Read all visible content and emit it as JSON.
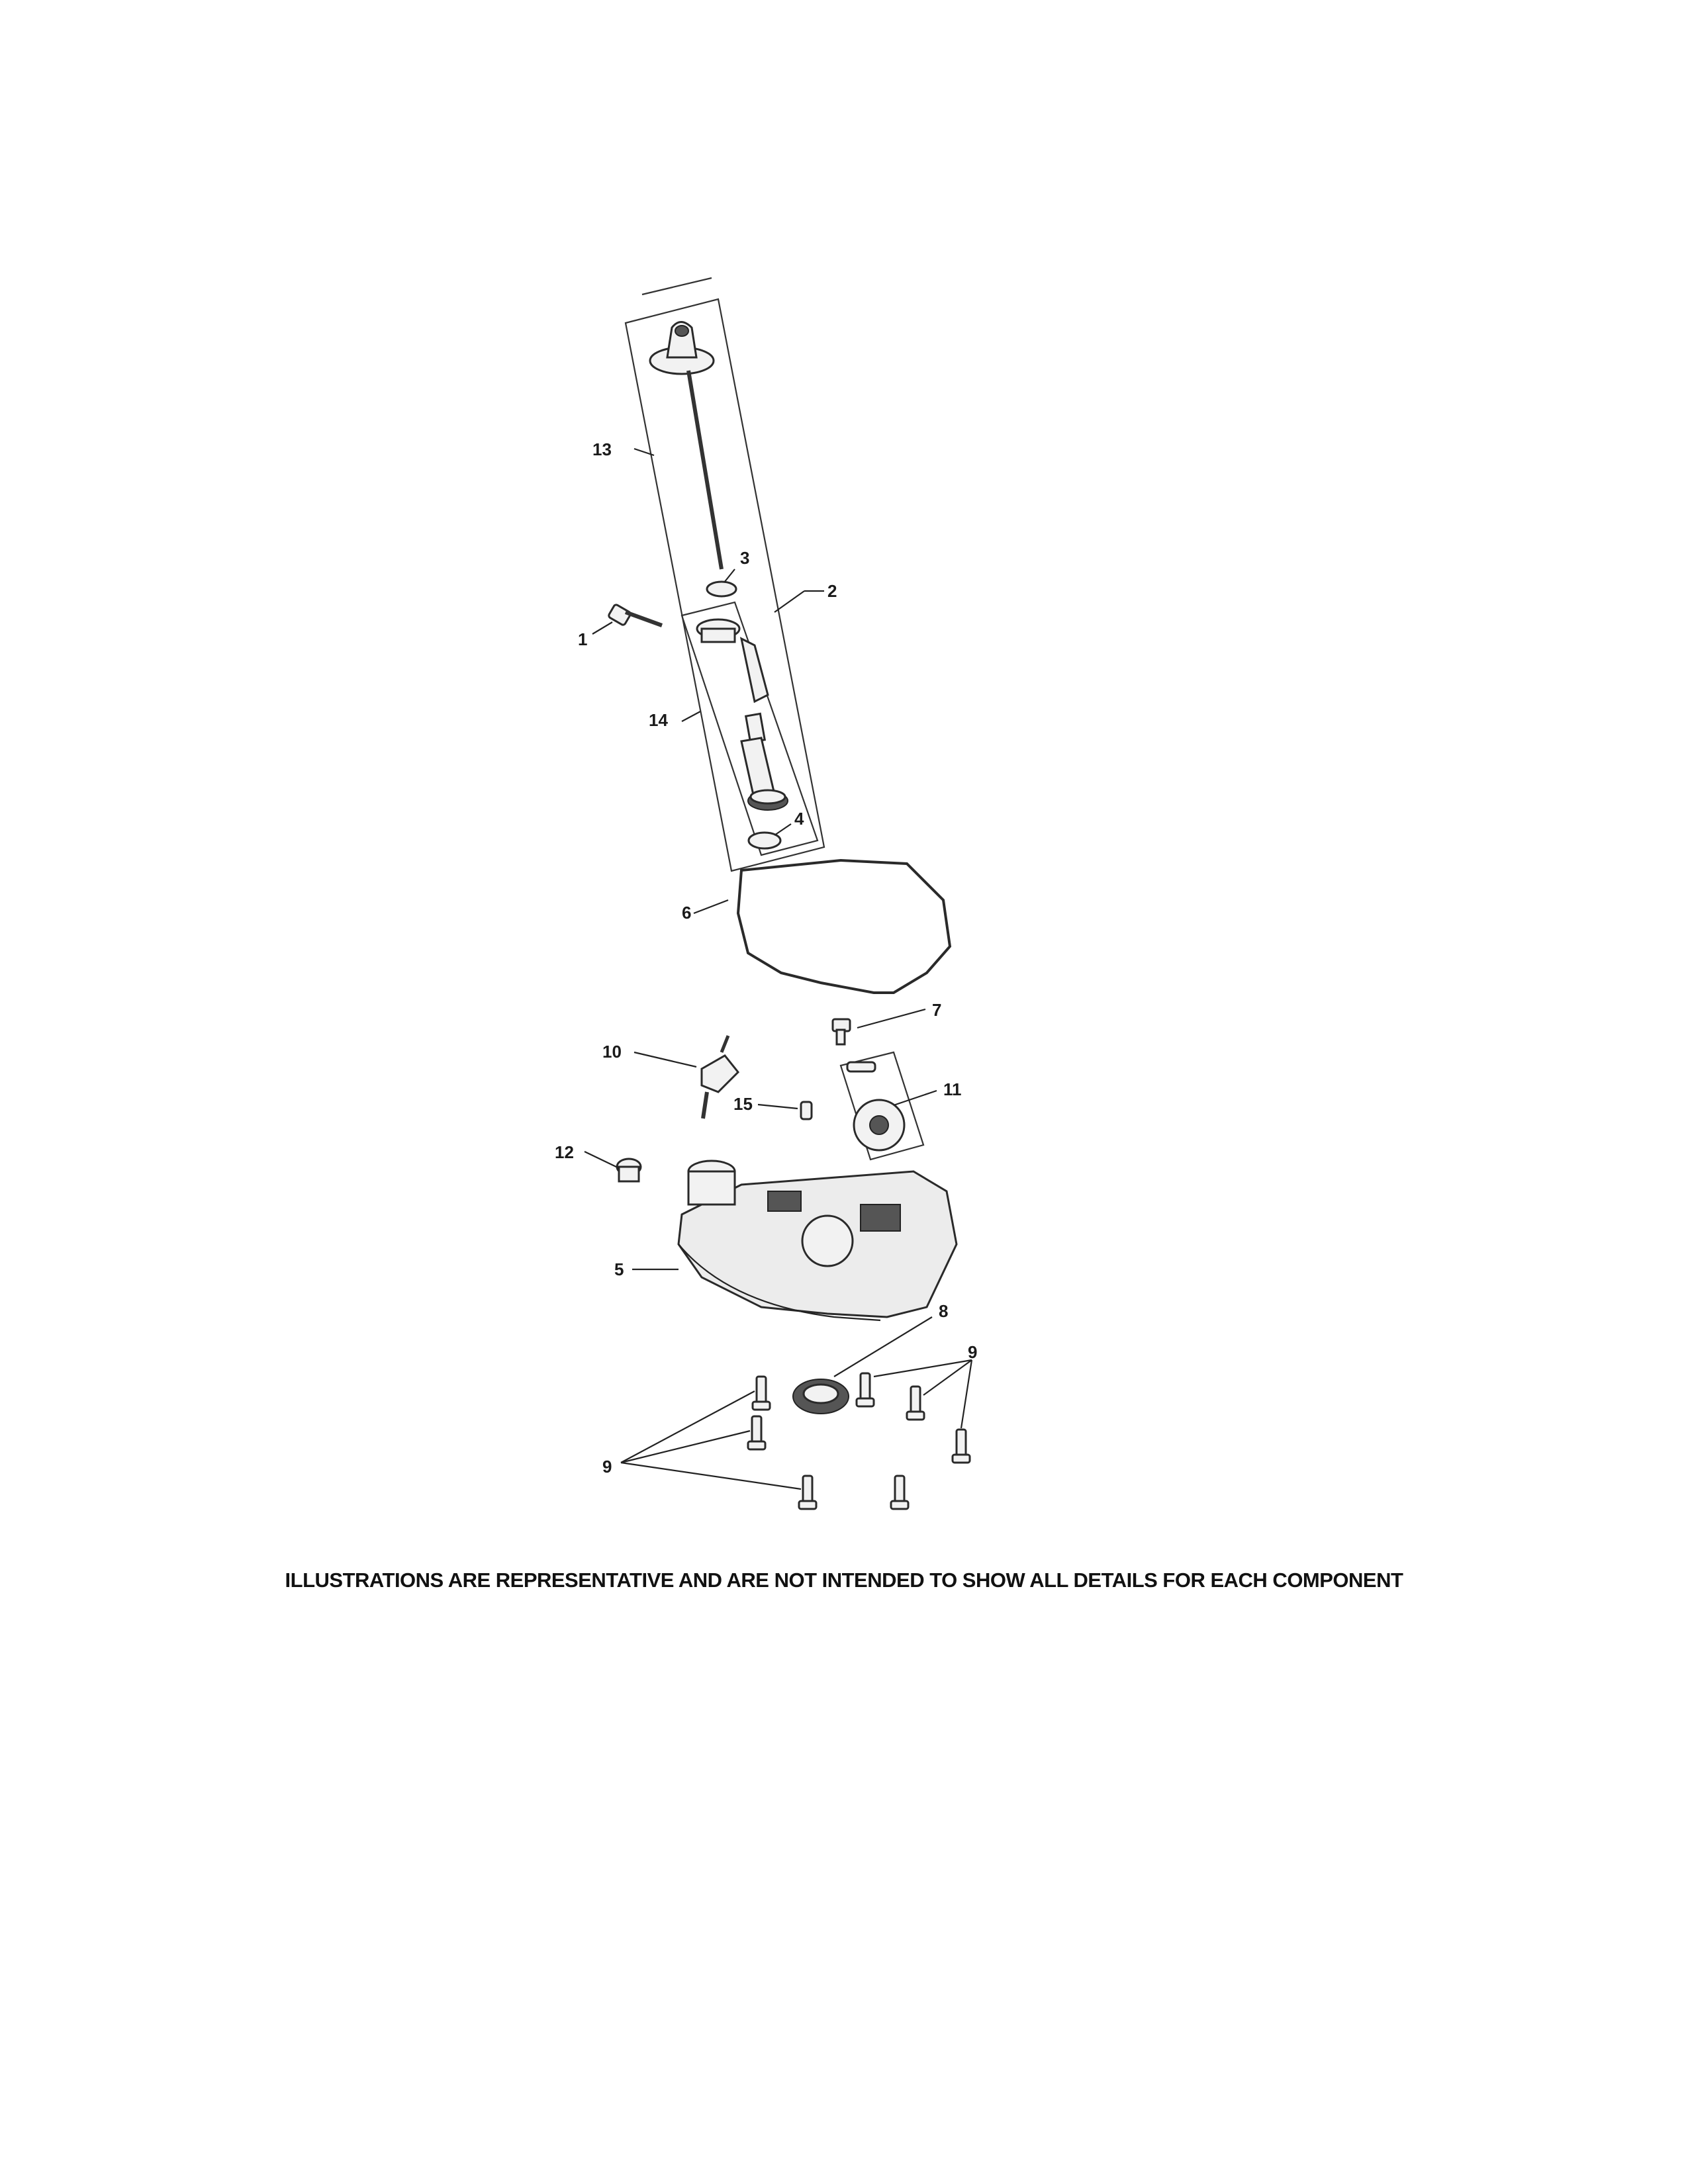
{
  "callouts": {
    "c1": "1",
    "c2": "2",
    "c3": "3",
    "c4": "4",
    "c5": "5",
    "c6": "6",
    "c7": "7",
    "c8": "8",
    "c9a": "9",
    "c9b": "9",
    "c10": "10",
    "c11": "11",
    "c12": "12",
    "c13": "13",
    "c14": "14",
    "c15": "15"
  },
  "footer_note": "ILLUSTRATIONS ARE REPRESENTATIVE AND ARE NOT INTENDED TO SHOW ALL DETAILS FOR EACH COMPONENT",
  "colors": {
    "ink": "#1a1a1a",
    "part_fill": "#f2f2f2",
    "background": "#ffffff"
  }
}
